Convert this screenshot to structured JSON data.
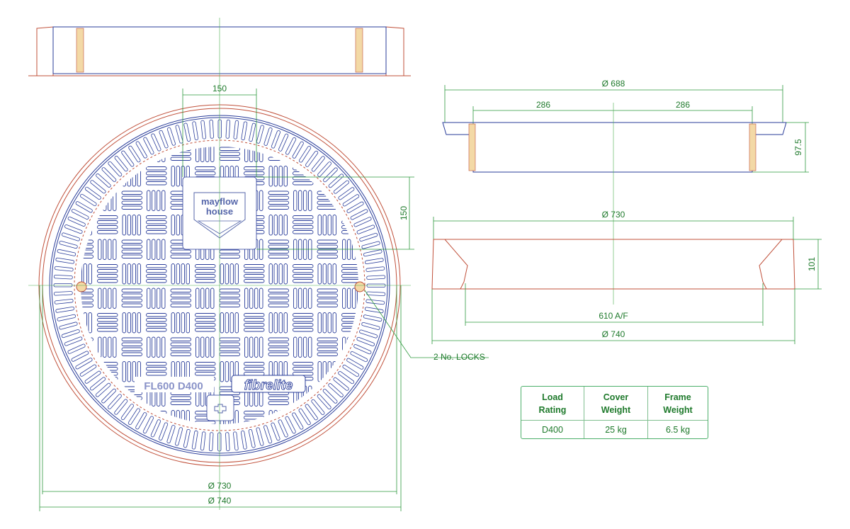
{
  "plan_view": {
    "dim_logo_width": "150",
    "dim_logo_height": "150",
    "dim_frame_inner": "Ø 730",
    "dim_frame_outer": "Ø 740",
    "cover_marking": "FL600 D400",
    "brand_logo": "fibrelite",
    "logo_text_line1": "mayflow",
    "logo_text_line2": "house",
    "locks_label": "2 No. LOCKS"
  },
  "cover_section": {
    "dim_diameter": "Ø 688",
    "dim_left": "286",
    "dim_right": "286",
    "dim_height": "97.5"
  },
  "frame_section": {
    "dim_top": "Ø 730",
    "dim_height": "101",
    "dim_opening": "610 A/F",
    "dim_outer": "Ø 740"
  },
  "spec_table": {
    "headers": [
      "Load\nRating",
      "Cover\nWeight",
      "Frame\nWeight"
    ],
    "rows": [
      [
        "D400",
        "25 kg",
        "6.5 kg"
      ]
    ]
  },
  "colors": {
    "dimension": "#2e9a3e",
    "frame": "#c0503a",
    "cover": "#2a3d9a"
  }
}
